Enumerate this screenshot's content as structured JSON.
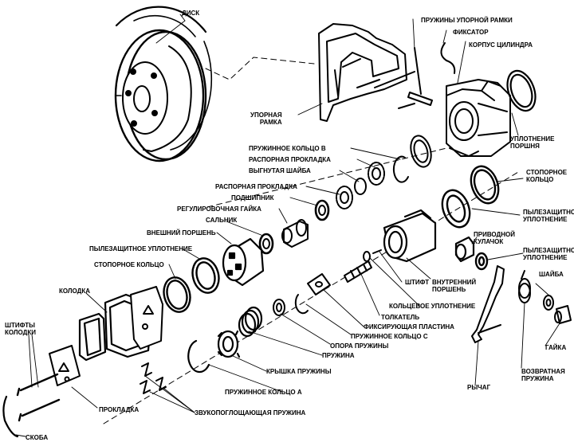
{
  "labels": {
    "disk": "ДИСК",
    "frame_springs": "ПРУЖИНЫ УПОРНОЙ РАМКИ",
    "retainer": "ФИКСАТОР",
    "cylinder_body": "КОРПУС ЦИЛИНДРА",
    "support_frame": "УПОРНАЯ\nРАМКА",
    "piston_seal": "УПЛОТНЕНИЕ\nПОРШНЯ",
    "spring_ring_b": "ПРУЖИННОЕ КОЛЬЦО В",
    "spacer_plate_1": "РАСПОРНАЯ ПРОКЛАДКА",
    "convex_washer": "ВЫГНУТАЯ ШАЙБА",
    "stop_ring_1": "СТОПОРНОЕ\nКОЛЬЦО",
    "spacer_plate_2": "РАСПОРНАЯ ПРОКЛАДКА",
    "bearing": "ПОДШИПНИК",
    "adjusting_nut": "РЕГУЛИРОВОЧНАЯ ГАЙКА",
    "dust_seal_1": "ПЫЛЕЗАЩИТНОЕ\nУПЛОТНЕНИЕ",
    "oil_seal": "САЛЬНИК",
    "outer_piston": "ВНЕШНИЙ ПОРШЕНЬ",
    "drive_cam": "ПРИВОДНОЙ\nКУЛАЧОК",
    "dust_seal_2": "ПЫЛЕЗАЩИТНОЕ УПЛОТНЕНИЕ",
    "dust_seal_3": "ПЫЛЕЗАЩИТНОЕ\nУПЛОТНЕНИЕ",
    "stop_ring_2": "СТОПОРНОЕ КОЛЬЦО",
    "inner_piston": "ВНУТРЕННИЙ\nПОРШЕНЬ",
    "washer": "ШАЙБА",
    "pin": "ШТИФТ",
    "pad": "КОЛОДКА",
    "ring_seal": "КОЛЬЦЕВОЕ УПЛОТНЕНИЕ",
    "pushrod": "ТОЛКАТЕЛЬ",
    "lock_plate": "ФИКСИРУЮЩАЯ ПЛАСТИНА",
    "spring_ring_c": "ПРУЖИННОЕ КОЛЬЦО С",
    "spring_seat": "ОПОРА ПРУЖИНЫ",
    "spring": "ПРУЖИНА",
    "pad_pins": "ШТИФТЫ\nКОЛОДКИ",
    "nut": "ГАЙКА",
    "lever": "РЫЧАГ",
    "return_spring": "ВОЗВРАТНАЯ\nПРУЖИНА",
    "spring_cover": "КРЫШКА ПРУЖИНЫ",
    "spring_ring_a": "ПРУЖИННОЕ КОЛЬЦО А",
    "shim": "ПРОКЛАДКА",
    "anti_squeal_spring": "ЗВУКОПОГЛОЩАЮЩАЯ ПРУЖИНА",
    "clip": "СКОБА"
  }
}
